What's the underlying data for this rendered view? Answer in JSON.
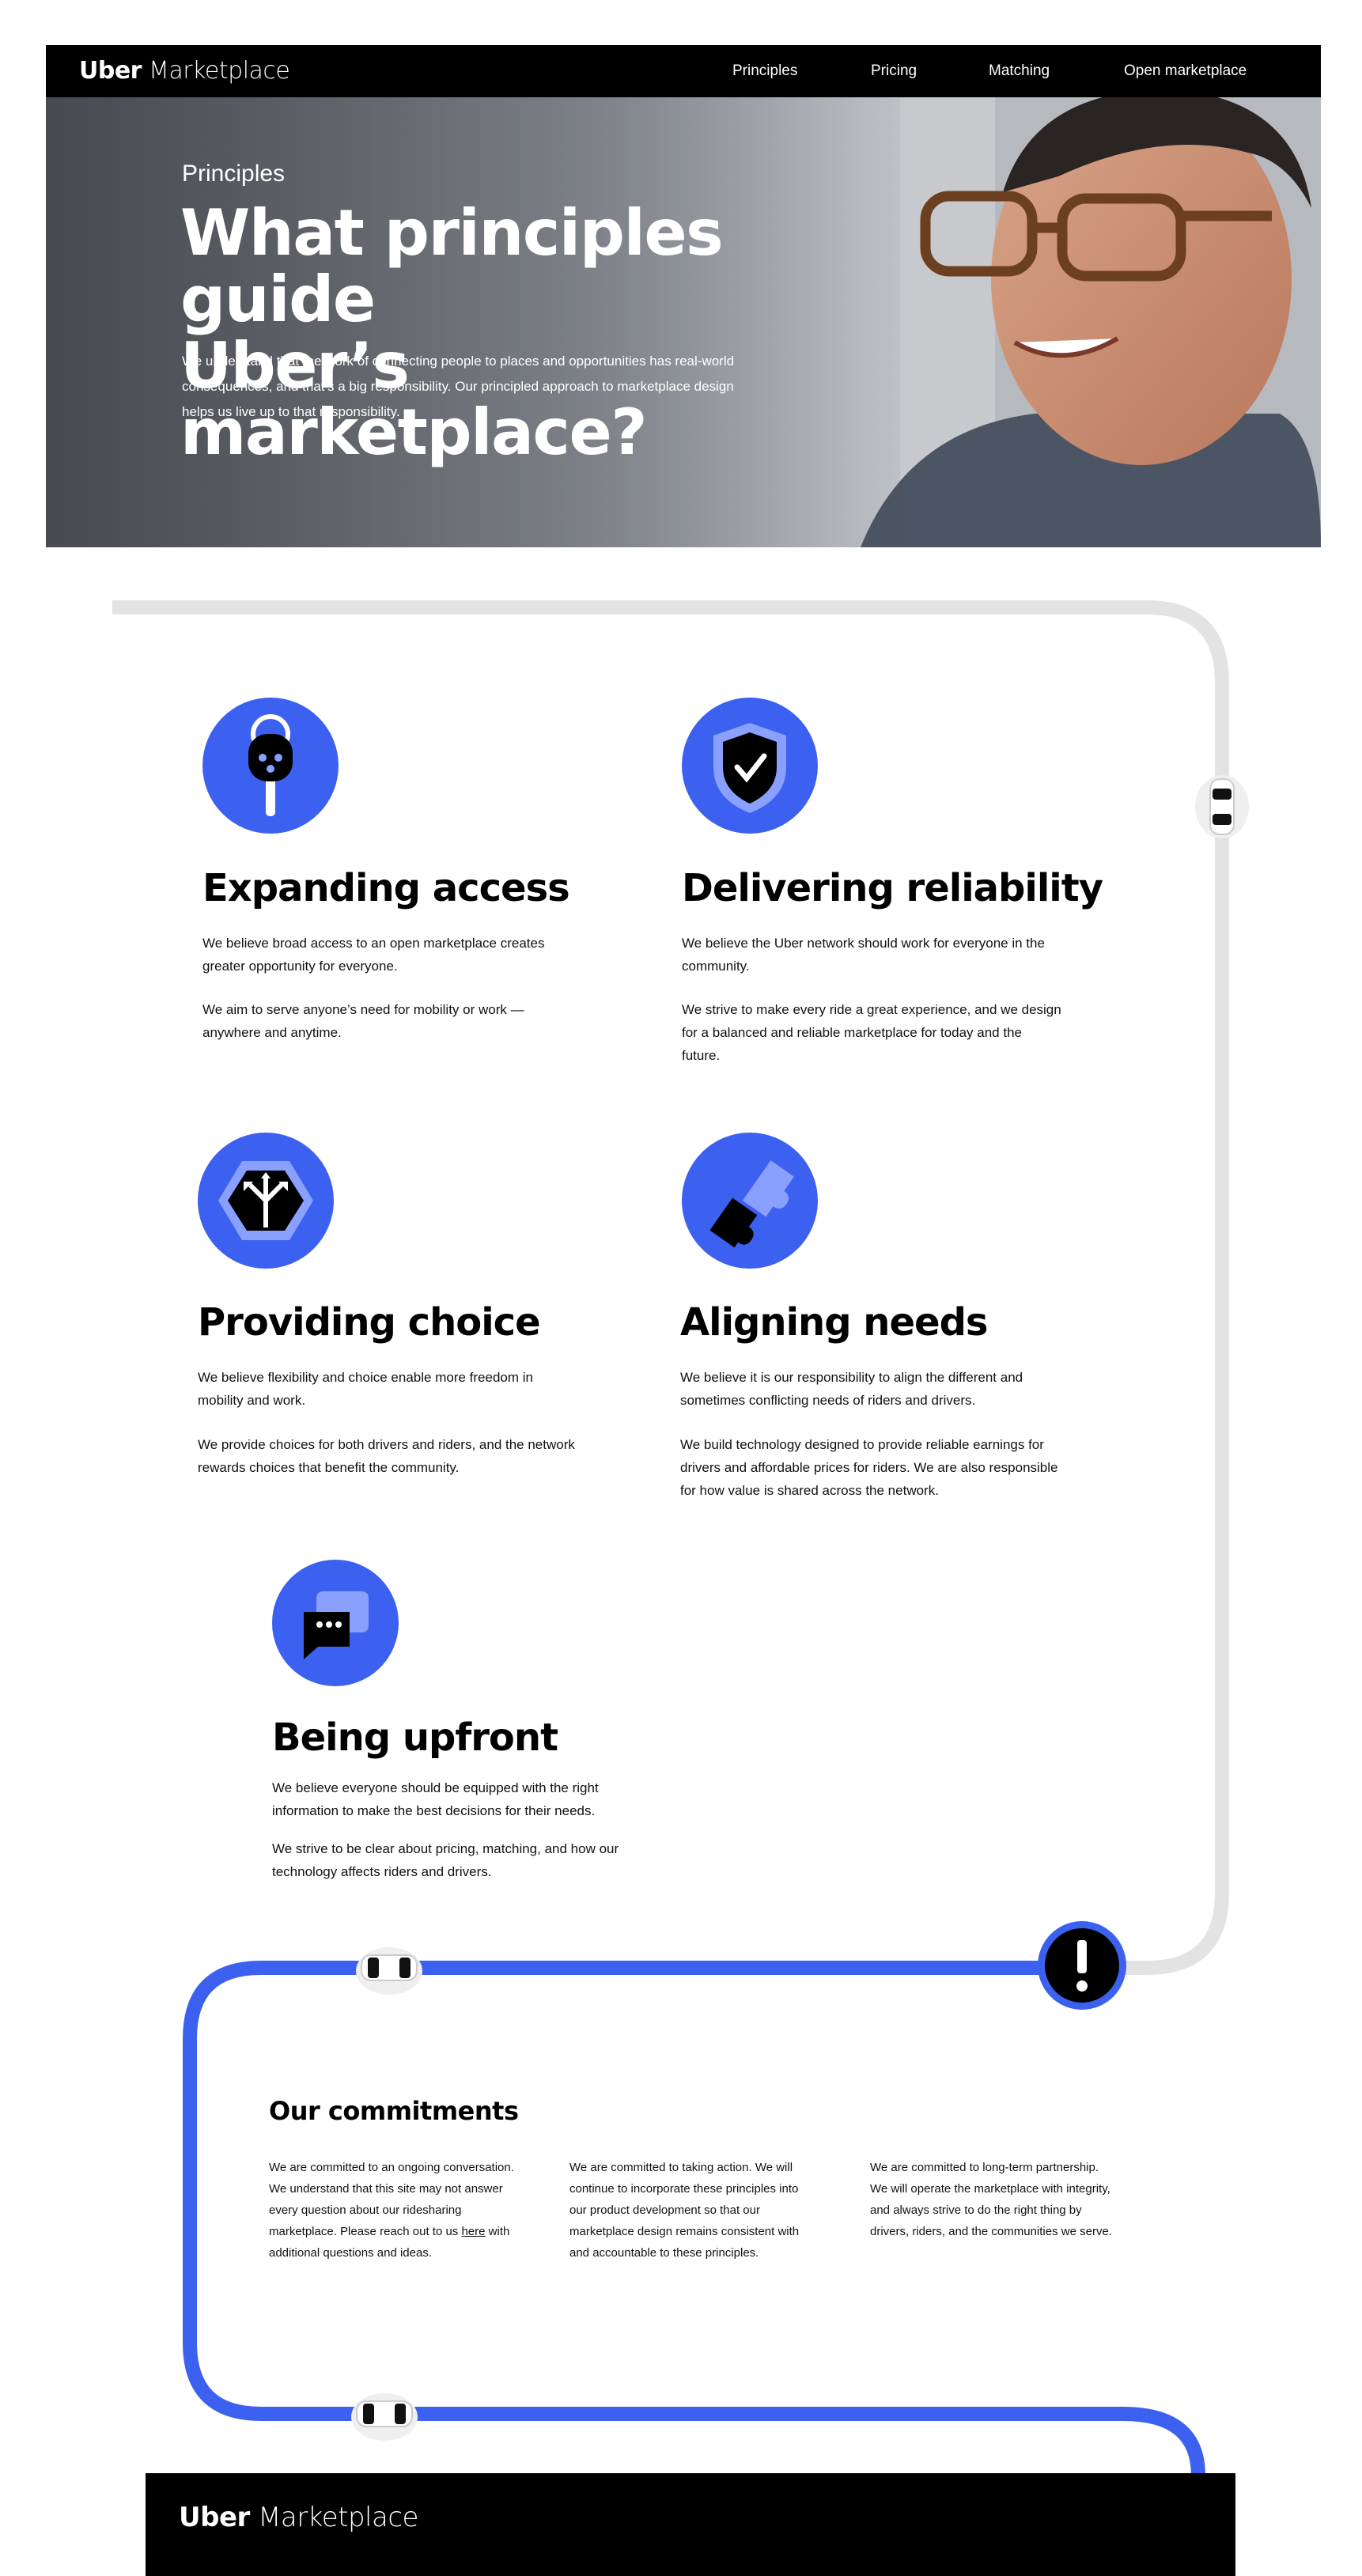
{
  "nav": {
    "logo_bold": "Uber",
    "logo_light": "Marketplace",
    "links": [
      "Principles",
      "Pricing",
      "Matching",
      "Open marketplace"
    ]
  },
  "hero": {
    "eyebrow": "Principles",
    "title_line1": "What principles guide",
    "title_line2": "Uber’s marketplace?",
    "text": "We understand that the work of connecting people to places and opportunities has real-world consequences, and that’s a big responsibility. Our principled approach to marketplace design helps us live up to that responsibility."
  },
  "principles": [
    {
      "icon": "key-fob-icon",
      "title": "Expanding access",
      "p1": "We believe broad access to an open marketplace creates greater opportunity for everyone.",
      "p2": "We aim to serve anyone’s need for mobility or work — anywhere and anytime."
    },
    {
      "icon": "shield-check-icon",
      "title": "Delivering reliability",
      "p1": "We believe the Uber network should work for everyone in the community.",
      "p2": "We strive to make every ride a great experience, and we design for a balanced and reliable marketplace for today and the future."
    },
    {
      "icon": "diverging-arrows-icon",
      "title": "Providing choice",
      "p1": "We believe flexibility and choice enable more freedom in mobility and work.",
      "p2": "We provide choices for both drivers and riders, and the network rewards choices that benefit the community."
    },
    {
      "icon": "puzzle-pieces-icon",
      "title": "Aligning needs",
      "p1": "We believe it is our responsibility to align the different and sometimes conflicting needs of riders and drivers.",
      "p2": "We build technology designed to provide reliable earnings for drivers and affordable prices for riders. We are also responsible for how value is shared across the network."
    },
    {
      "icon": "chat-bubbles-icon",
      "title": "Being upfront",
      "p1": "We believe everyone should be equipped with the right information to make the best decisions for their needs.",
      "p2": "We strive to be clear about pricing, matching, and how our technology affects riders and drivers."
    }
  ],
  "commitments": {
    "title": "Our commitments",
    "col1_before": "We are committed to an ongoing conversation. We understand that this site may not answer every question about our ridesharing marketplace. Please reach out to us ",
    "col1_link": "here",
    "col1_after": " with additional questions and ideas.",
    "col2": "We are committed to taking action. We will continue to incorporate these principles into our product development so that our marketplace design remains consistent with and accountable to these principles.",
    "col3": "We are committed to long-term partnership. We will operate the marketplace with integrity, and always strive to do the right thing by drivers, riders, and the communities we serve."
  },
  "alert_icon": "exclamation-icon",
  "footer": {
    "logo_bold": "Uber",
    "logo_light": "Marketplace"
  },
  "colors": {
    "accent": "#3c61f0",
    "route_gray": "#e3e3e3",
    "nav_bg": "#000000"
  }
}
